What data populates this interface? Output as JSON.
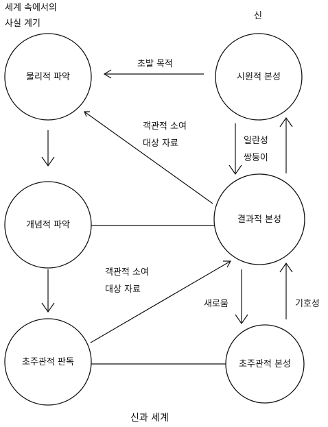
{
  "header": {
    "world_line1": "세계  속에서의",
    "world_line2": "사실 계기",
    "god": "신"
  },
  "nodes": {
    "physical": "물리적 파악",
    "conceptual": "개념적 파악",
    "transcendental_judgment": "초주관적 판독",
    "primordial": "시원적 본성",
    "consequent": "결과적 본성",
    "superjective": "초주관적 본성"
  },
  "edges": {
    "initial_aim": "초발 목적",
    "objective_datum_line1": "객관적  소여",
    "objective_datum_line2": "대상 자료",
    "objective_datum2_line1": "객관적  소여",
    "objective_datum2_line2": "대상 자료",
    "coincidence_line1": "일란성",
    "coincidence_line2": "쌍둥이",
    "newness": "새로움",
    "symbolism": "기호성"
  },
  "footer": {
    "caption": "신과 세계"
  }
}
